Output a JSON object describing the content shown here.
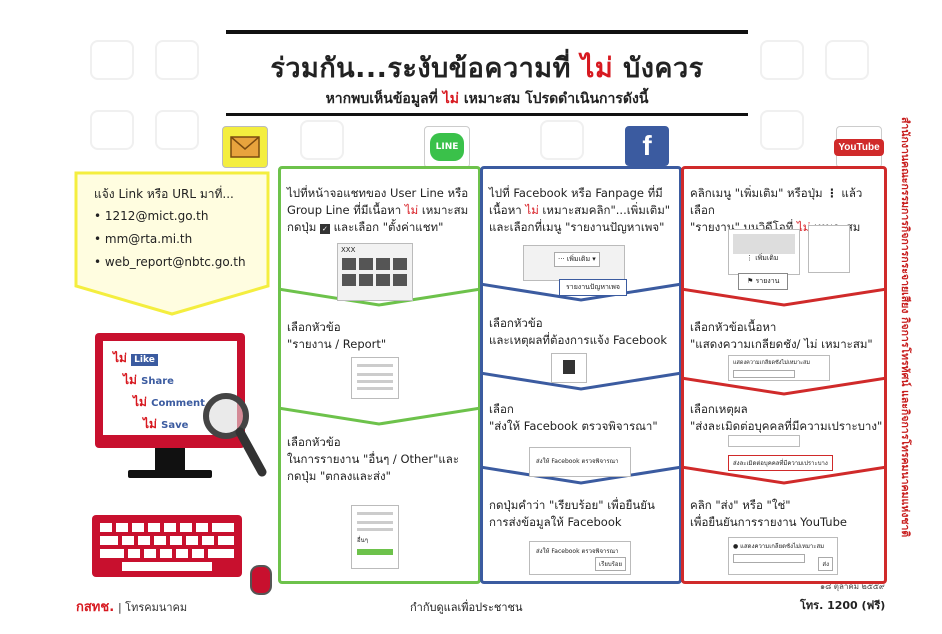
{
  "header": {
    "title_part1": "ร่วมกัน...ระงับข้อความที่ ",
    "title_emph": "ไม่",
    "title_part2": " บังควร",
    "subtitle_part1": "หากพบเห็นข้อมูลที่ ",
    "subtitle_emph": "ไม่",
    "subtitle_part2": " เหมาะสม โปรดดำเนินการดังนี้"
  },
  "side_text": "สำนักงานคณะกรรมการกิจการกระจายเสียง กิจการโทรทัศน์ และกิจการโทรคมนาคมแห่งชาติ",
  "icons": {
    "email": "envelope-icon",
    "line": "line-app-icon",
    "facebook": "facebook-icon",
    "youtube": "youtube-icon",
    "line_label": "LINE",
    "facebook_label": "f",
    "youtube_label": "YouTube"
  },
  "email_panel": {
    "heading": "แจ้ง Link หรือ URL มาที่...",
    "emails": [
      "1212@mict.go.th",
      "mm@rta.mi.th",
      "web_report@nbtc.go.th"
    ]
  },
  "monitor": {
    "lines": [
      {
        "neg": "ไม่",
        "word": "Like"
      },
      {
        "neg": "ไม่",
        "word": "Share"
      },
      {
        "neg": "ไม่",
        "word": "Comment"
      },
      {
        "neg": "ไม่",
        "word": "Save"
      }
    ]
  },
  "line_steps": {
    "s1_a": "ไปที่หน้าจอแชทของ User Line หรือ",
    "s1_b": "Group Line ที่มีเนื้อหา ",
    "s1_b_emph": "ไม่",
    "s1_b_end": " เหมาะสม",
    "s1_c": "กดปุ่ม ",
    "s1_c2": " และเลือก \"ตั้งค่าแชท\"",
    "s1_mock_label": "XXX",
    "s2_a": "เลือกหัวข้อ",
    "s2_b": "\"รายงาน / Report\"",
    "s3_a": "เลือกหัวข้อ",
    "s3_b": "ในการรายงาน \"อื่นๆ / Other\"และ",
    "s3_c": "กดปุ่ม \"ตกลงและส่ง\"",
    "s3_mock_option": "อื่นๆ"
  },
  "facebook_steps": {
    "s1_a": "ไปที่ Facebook หรือ Fanpage ที่มี",
    "s1_b": "เนื้อหา ",
    "s1_b_emph": "ไม่",
    "s1_b_end": " เหมาะสมคลิก\"...เพิ่มเติม\"",
    "s1_c": "และเลือกที่เมนู \"รายงานปัญหาเพจ\"",
    "s1_mock_more": "··· เพิ่มเติม ▾",
    "s1_mock_report": "รายงานปัญหาเพจ",
    "s2_a": "เลือกหัวข้อ",
    "s2_b": "และเหตุผลที่ต้องการแจ้ง Facebook",
    "s3_a": "เลือก",
    "s3_b": "\"ส่งให้ Facebook ตรวจพิจารณา\"",
    "s3_mock": "ส่งให้ Facebook ตรวจพิจารณา",
    "s4_a": "กดปุ่มคำว่า \"เรียบร้อย\" เพื่อยืนยัน",
    "s4_b": "การส่งข้อมูลให้ Facebook",
    "s4_mock": "ส่งให้ Facebook ตรวจพิจารณา",
    "s4_mock_btn": "เรียบร้อย"
  },
  "youtube_steps": {
    "s1_a": "คลิกเมนู \"เพิ่มเติม\" หรือปุ่ม ",
    "s1_a2": " แล้วเลือก",
    "s1_b": "\"รายงาน\" บนวิดีโอที่ ",
    "s1_b_emph": "ไม่",
    "s1_b_end": " เหมาะสม",
    "s1_mock_more": "เพิ่มเติม",
    "s1_mock_report": "รายงาน",
    "s2_a": "เลือกหัวข้อเนื้อหา",
    "s2_b": "\"แสดงความเกลียดชัง/ ไม่ เหมาะสม\"",
    "s2_mock": "แสดงความเกลียดชังไม่เหมาะสม",
    "s3_a": "เลือกเหตุผล",
    "s3_b": "\"ส่งละเมิดต่อบุคคลที่มีความเปราะบาง\"",
    "s3_mock": "ส่งละเมิดต่อบุคคลที่มีความเปราะบาง",
    "s4_a": "คลิก \"ส่ง\" หรือ \"ใช่\"",
    "s4_b": "เพื่อยืนยันการรายงาน YouTube",
    "s4_mock": "แสดงความเกลียดชังไม่เหมาะสม",
    "s4_mock_btn": "ส่ง"
  },
  "date_text": "๑๘ ตุลาคม ๒๕๕๙",
  "footer": {
    "logo": "กสทช.",
    "logo_sub": "| โทรคมนาคม",
    "center": "กำกับดูแลเพื่อประชาชน",
    "hotline": "โทร. 1200 (ฟรี)"
  },
  "colors": {
    "yellow": "#f4ee3f",
    "green": "#6dc24b",
    "blue": "#3b5ba0",
    "red": "#d02a2a",
    "accent_red": "#d71920"
  }
}
